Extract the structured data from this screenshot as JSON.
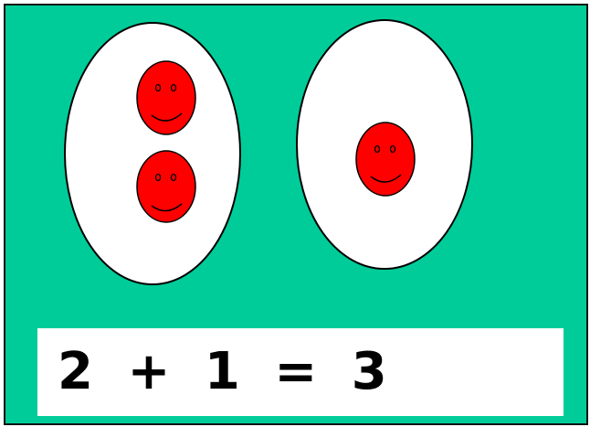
{
  "colors": {
    "background": "#00CC99",
    "oval_fill": "#FFFFFF",
    "face_fill": "#FF0000",
    "outline": "#000000"
  },
  "groups": [
    {
      "face_count": 2,
      "face_icon": "smiley-face-icon"
    },
    {
      "face_count": 1,
      "face_icon": "smiley-face-icon"
    }
  ],
  "equation": {
    "text": "2 + 1 = 3"
  }
}
